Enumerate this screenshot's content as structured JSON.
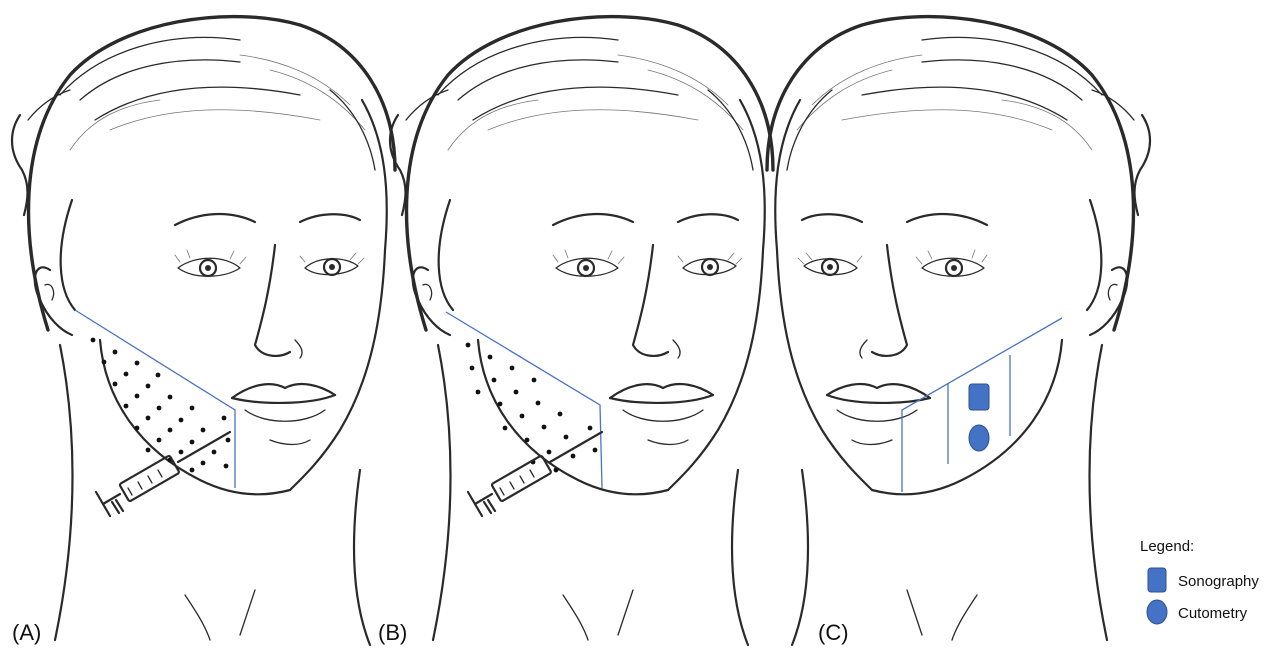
{
  "panels": [
    {
      "label": "(A)"
    },
    {
      "label": "(B)"
    },
    {
      "label": "(C)"
    }
  ],
  "legend": {
    "title": "Legend:",
    "items": [
      {
        "label": "Sonography",
        "shape": "rounded-rectangle"
      },
      {
        "label": "Cutometry",
        "shape": "ellipse"
      }
    ]
  },
  "colors": {
    "line_art": "#2a2a2a",
    "zone_lines": "#4a72c4",
    "marker_fill": "#4472c4",
    "marker_stroke": "#2f528f",
    "injection_dots": "#111111"
  },
  "icons": [
    "face-sketch-icon",
    "syringe-icon",
    "injection-dot-pattern",
    "sonography-marker",
    "cutometry-marker"
  ]
}
